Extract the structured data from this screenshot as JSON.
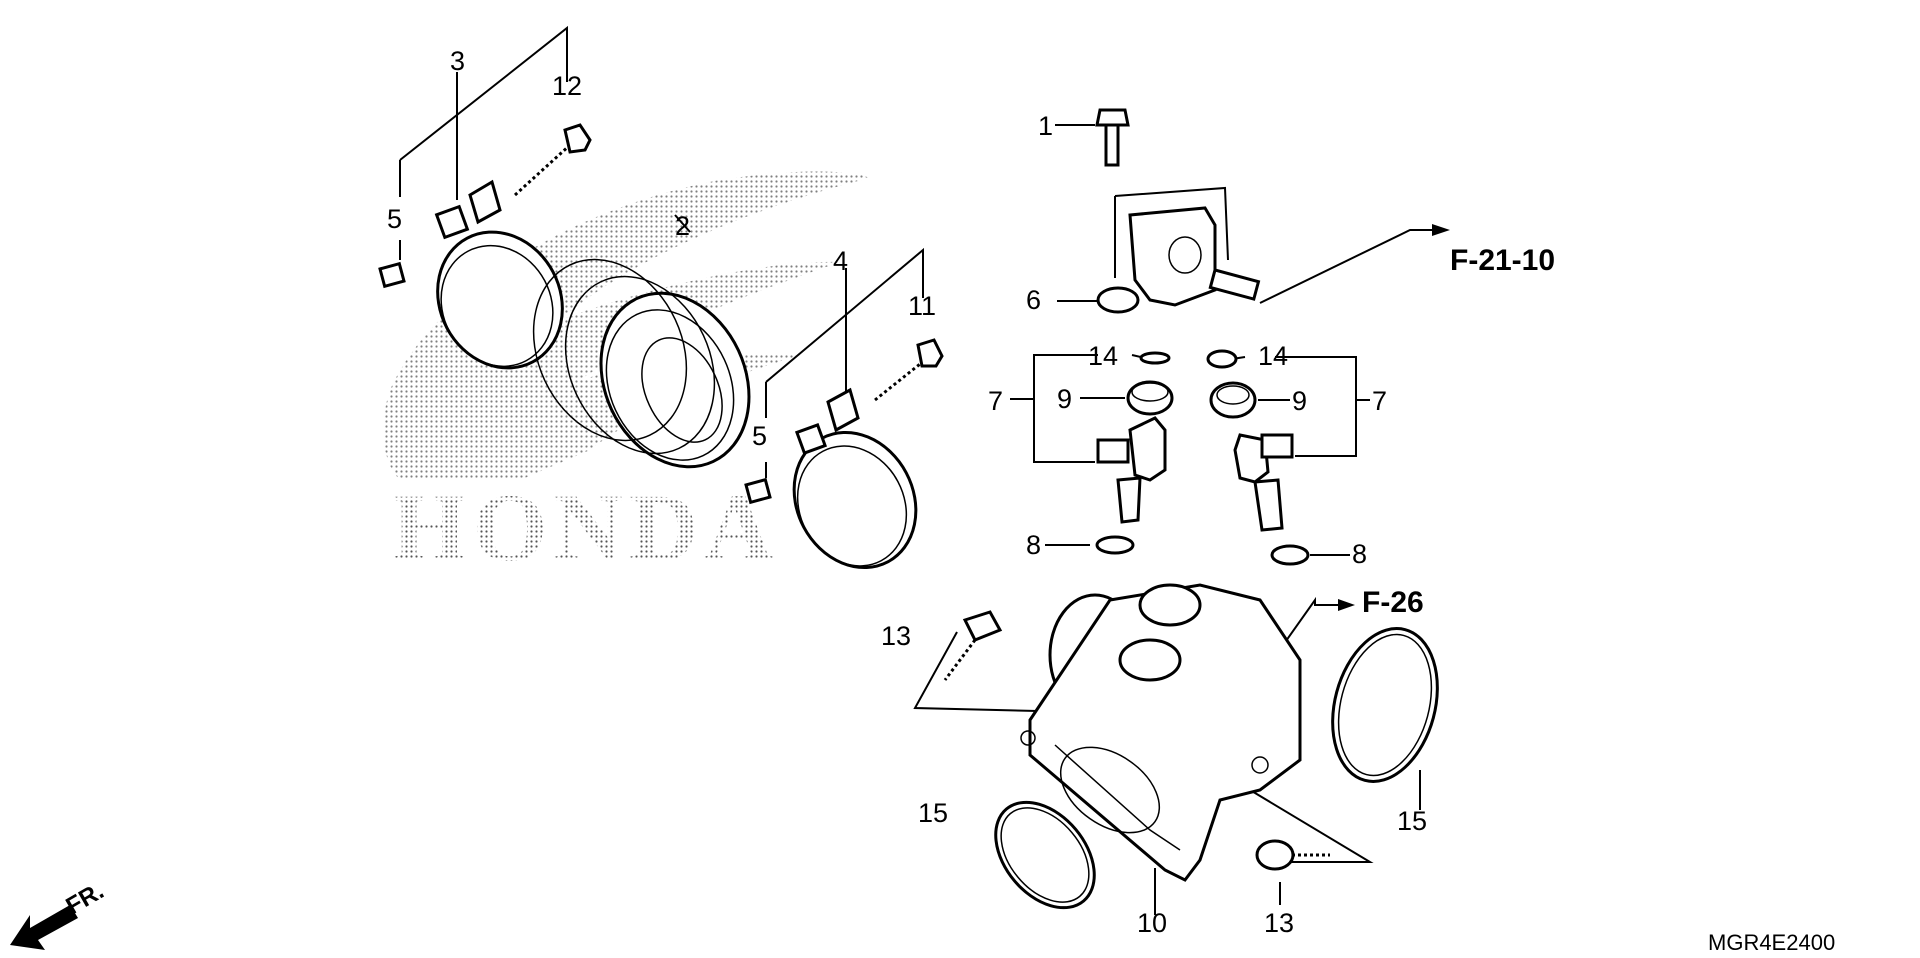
{
  "diagram": {
    "part_code": "MGR4E2400",
    "direction_label": "FR.",
    "watermark": "HONDA",
    "references": {
      "ref_top": "F-21-10",
      "ref_mid": "F-26"
    },
    "callouts": {
      "c1": "1",
      "c2": "2",
      "c3": "3",
      "c4": "4",
      "c5a": "5",
      "c5b": "5",
      "c6": "6",
      "c7a": "7",
      "c7b": "7",
      "c8a": "8",
      "c8b": "8",
      "c9a": "9",
      "c9b": "9",
      "c10": "10",
      "c11": "11",
      "c12": "12",
      "c13a": "13",
      "c13b": "13",
      "c14a": "14",
      "c14b": "14",
      "c15a": "15",
      "c15b": "15"
    }
  }
}
